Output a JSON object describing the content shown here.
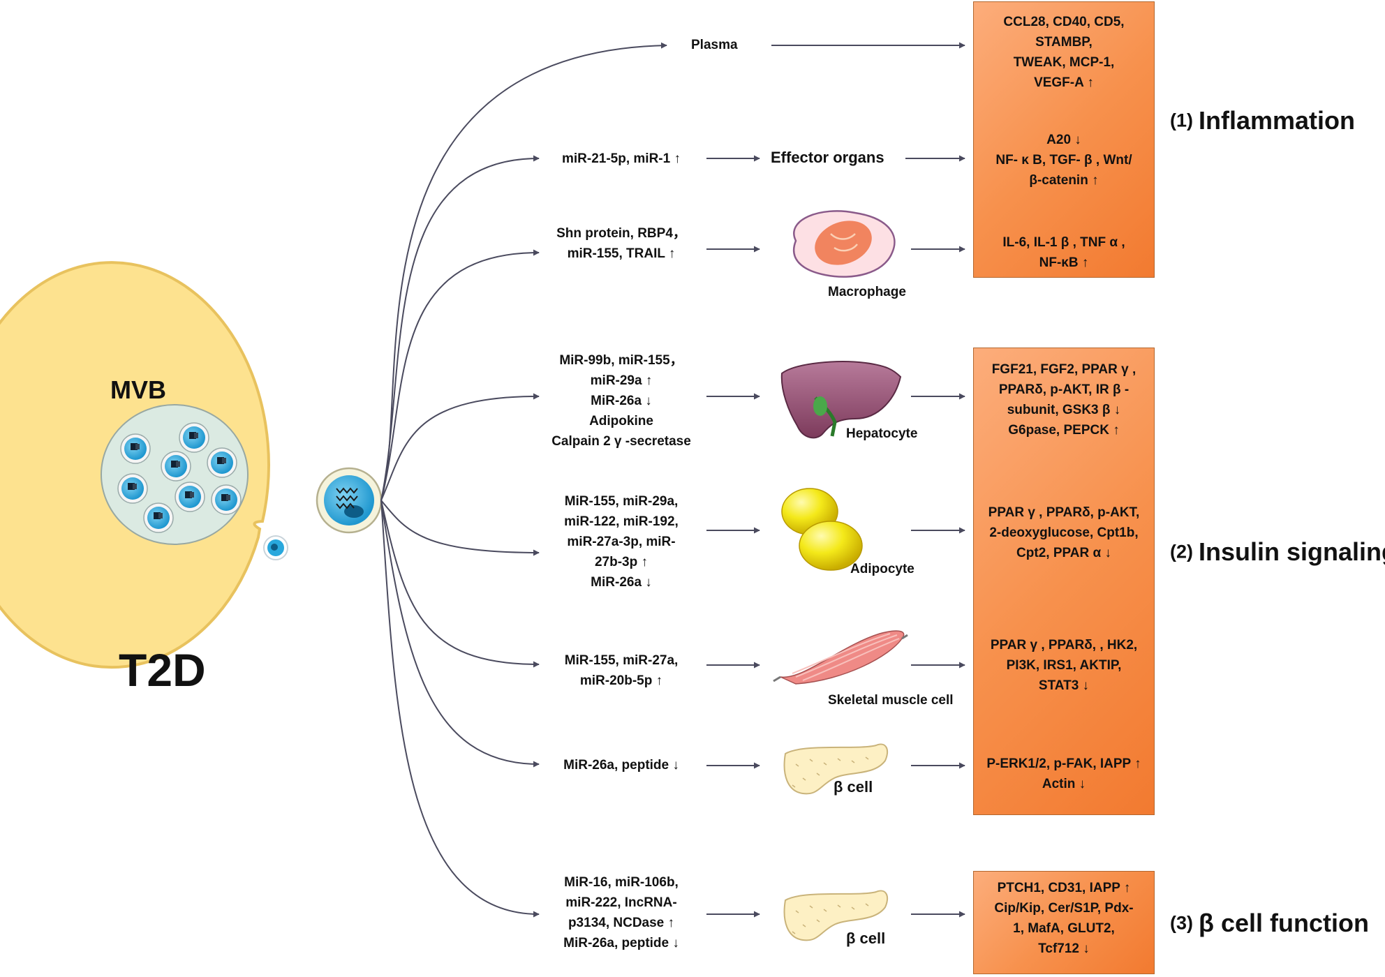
{
  "left": {
    "mvb_label": "MVB",
    "disease_label": "T2D"
  },
  "routes": {
    "plasma": {
      "target": "Plasma"
    },
    "effector": {
      "lines": [
        "miR-21-5p, miR-1 ↑"
      ],
      "target": "Effector organs"
    },
    "macrophage": {
      "lines": [
        "Shn protein, RBP4，",
        "miR-155, TRAIL ↑"
      ],
      "cell": "Macrophage"
    },
    "hepatocyte": {
      "lines": [
        "MiR-99b, miR-155，",
        "miR-29a ↑",
        "MiR-26a ↓",
        "Adipokine",
        "Calpain 2 γ -secretase"
      ],
      "cell": "Hepatocyte"
    },
    "adipocyte": {
      "lines": [
        "MiR-155,   miR-29a,",
        "miR-122, miR-192,",
        "miR-27a-3p, miR-",
        "27b-3p ↑",
        "MiR-26a ↓"
      ],
      "cell": "Adipocyte"
    },
    "muscle": {
      "lines": [
        "MiR-155, miR-27a,",
        "miR-20b-5p ↑"
      ],
      "cell": "Skeletal muscle cell"
    },
    "beta1": {
      "lines": [
        "MiR-26a, peptide ↓"
      ],
      "cell": "β cell"
    },
    "beta2": {
      "lines": [
        "MiR-16, miR-106b,",
        "miR-222, IncRNA-",
        "p3134, NCDase ↑",
        "MiR-26a, peptide ↓"
      ],
      "cell": "β cell"
    }
  },
  "outcomes": {
    "plasma": [
      "CCL28, CD40, CD5,",
      "STAMBP,",
      "TWEAK, MCP-1,",
      "VEGF-A ↑"
    ],
    "effector": [
      "A20 ↓",
      "NF- κ B, TGF- β , Wnt/",
      "β-catenin ↑"
    ],
    "macrophage": [
      "IL-6, IL-1 β , TNF α ,",
      "NF-κB  ↑"
    ],
    "hepatocyte": [
      "FGF21,  FGF2, PPAR γ ,",
      "PPARδ, p-AKT, IR β -",
      "subunit, GSK3 β ↓",
      "G6pase, PEPCK ↑"
    ],
    "adipocyte": [
      "PPAR γ , PPARδ, p-AKT,",
      "2-deoxyglucose, Cpt1b,",
      "Cpt2, PPAR α ↓"
    ],
    "muscle": [
      "PPAR γ , PPARδ, , HK2,",
      "PI3K, IRS1, AKTIP,",
      "STAT3 ↓"
    ],
    "beta1": [
      "P-ERK1/2, p-FAK, IAPP ↑",
      "Actin ↓"
    ],
    "beta2": [
      "PTCH1, CD31,  IAPP ↑",
      "Cip/Kip, Cer/S1P, Pdx-",
      "1, MafA, GLUT2,",
      "Tcf712 ↓"
    ]
  },
  "categories": {
    "inflammation": {
      "num": "(1)",
      "name": "Inflammation"
    },
    "insulin": {
      "num": "(2)",
      "name": "Insulin signaling"
    },
    "beta": {
      "num": "(3)",
      "name": "β  cell function"
    }
  },
  "colors": {
    "mvb_cell": "#fde28f",
    "mvb_border": "#e8c25e",
    "exosome": "#29a8dd",
    "box": "#f7914d",
    "arrow": "#4a4a5e"
  }
}
